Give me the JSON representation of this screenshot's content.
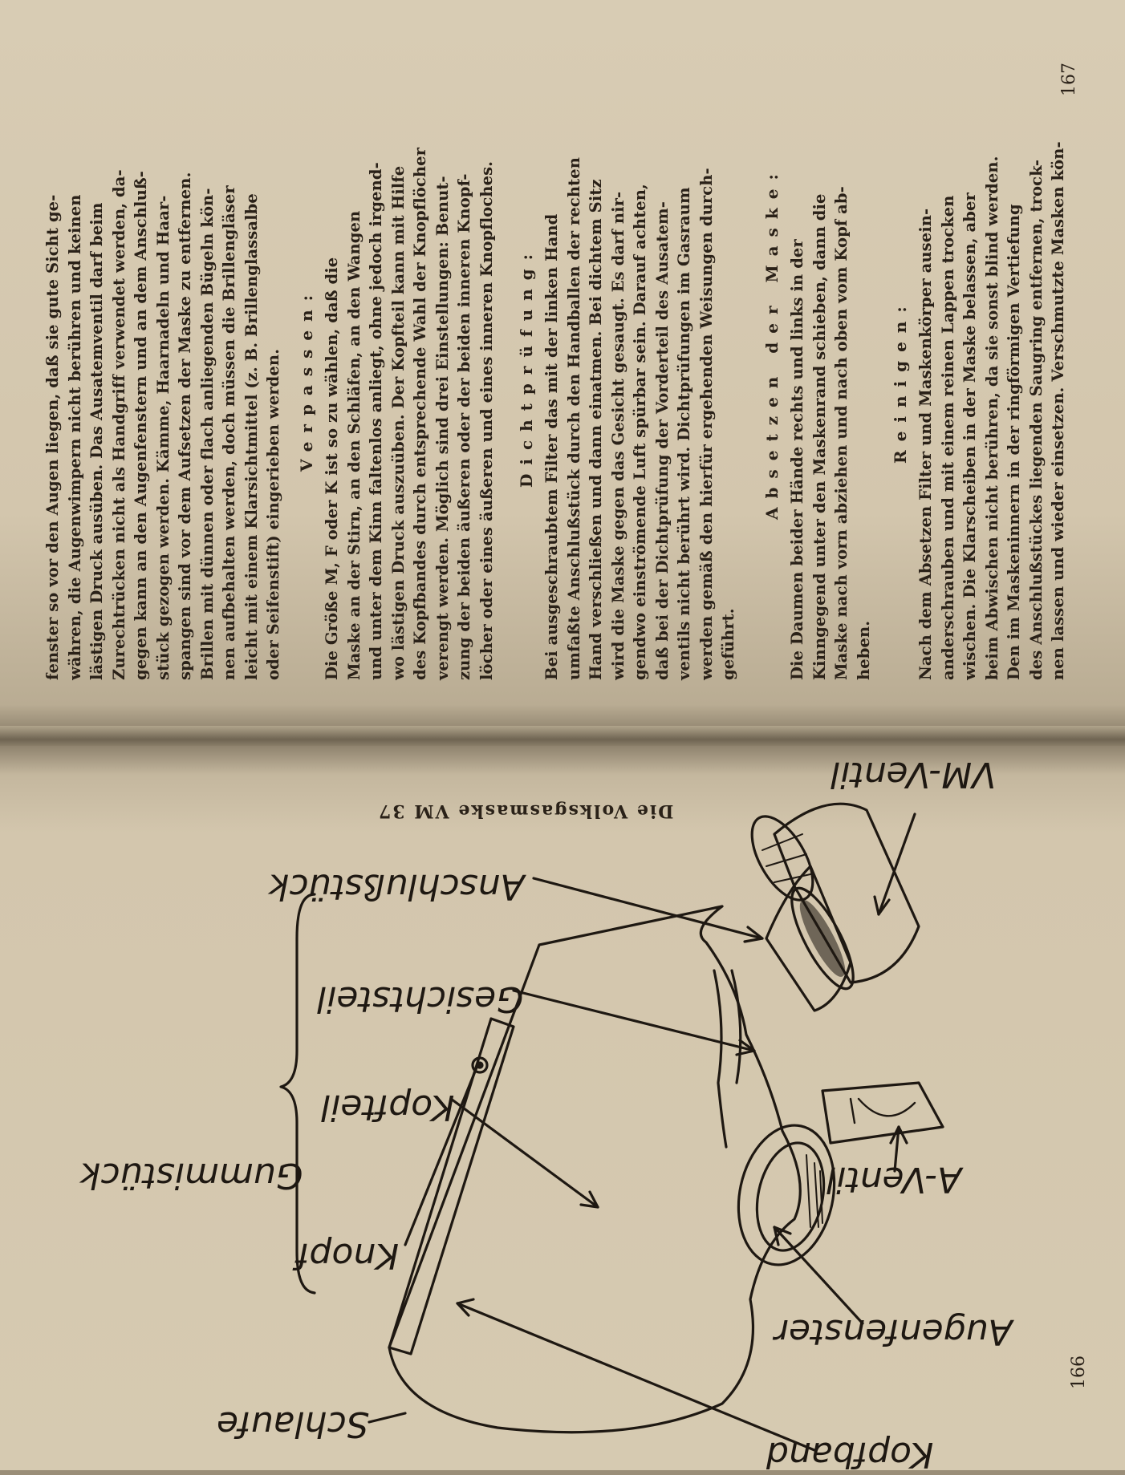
{
  "top_page": {
    "page_number": "167",
    "intro": [
      "fenster so vor den Augen liegen, daß sie gute Sicht ge-",
      "währen, die Augenwimpern nicht berühren und keinen",
      "lästigen Druck ausüben. Das Ausatemventil darf beim",
      "Zurechtrücken nicht als Handgriff verwendet werden, da-",
      "gegen kann an den Augenfenstern und an dem Anschluß-",
      "stück gezogen werden. Kämme, Haarnadeln und Haar-",
      "spangen sind vor dem Aufsetzen der Maske zu entfernen.",
      "Brillen mit dünnen oder flach anliegenden Bügeln kön-",
      "nen aufbehalten werden, doch müssen die Brillengläser",
      "leicht mit einem Klarsichtmittel (z. B. Brillenglassalbe",
      "oder Seifenstift) eingerieben werden."
    ],
    "sections": [
      {
        "heading": "Verpassen:",
        "lines": [
          "Die Größe M, F oder K ist so zu wählen, daß die",
          "Maske an der Stirn, an den Schläfen, an den Wangen",
          "und unter dem Kinn faltenlos anliegt, ohne jedoch irgend-",
          "wo lästigen Druck auszuüben. Der Kopfteil kann mit Hilfe",
          "des Kopfbandes durch entsprechende Wahl der Knopflöcher",
          "verengt werden. Möglich sind drei Einstellungen: Benut-",
          "zung der beiden äußeren oder der beiden inneren Knopf-",
          "löcher oder eines äußeren und eines inneren Knopfloches."
        ]
      },
      {
        "heading": "Dichtprüfung:",
        "lines": [
          "Bei ausgeschraubtem Filter das mit der linken Hand",
          "umfaßte Anschlußstück durch den Handballen der rechten",
          "Hand verschließen und dann einatmen. Bei dichtem Sitz",
          "wird die Maske gegen das Gesicht gesaugt. Es darf nir-",
          "gendwo einströmende Luft spürbar sein. Darauf achten,",
          "daß bei der Dichtprüfung der Vorderteil des Ausatem-",
          "ventils nicht berührt wird. Dichtprüfungen im Gasraum",
          "werden gemäß den hierfür ergehenden Weisungen durch-",
          "geführt."
        ]
      },
      {
        "heading": "Absetzen der Maske:",
        "lines": [
          "Die Daumen beider Hände rechts und links in der",
          "Kinngegend unter den Maskenrand schieben, dann die",
          "Maske nach vorn abziehen und nach oben vom Kopf ab-",
          "heben."
        ]
      },
      {
        "heading": "Reinigen:",
        "lines": [
          "Nach dem Absetzen Filter und Maskenkörper ausein-",
          "anderschrauben und mit einem reinen Lappen trocken",
          "wischen. Die Klarscheiben in der Maske belassen, aber",
          "beim Abwischen nicht berühren, da sie sonst blind werden.",
          "Den im Maskeninnern in der ringförmigen Vertiefung",
          "des Anschlußstückes liegenden Saugring entfernen, trock-",
          "nen lassen und wieder einsetzen. Verschmutzte Masken kön-"
        ]
      }
    ]
  },
  "bottom_page": {
    "page_number": "166",
    "title": "Die Volksgasmaske VM 37",
    "labels": {
      "vm_ventil": "VM-Ventil",
      "anschlussstueck": "Anschlußstück",
      "gesichtsteil": "Gesichtsteil",
      "kopfteil": "Kopfteil",
      "gummistueck": "Gummistück",
      "knopf": "Knopf",
      "schlaufe": "Schlaufe",
      "kopfband": "Kopfband",
      "augenfenster": "Augenfenster",
      "a_ventil": "A-Ventil"
    }
  }
}
